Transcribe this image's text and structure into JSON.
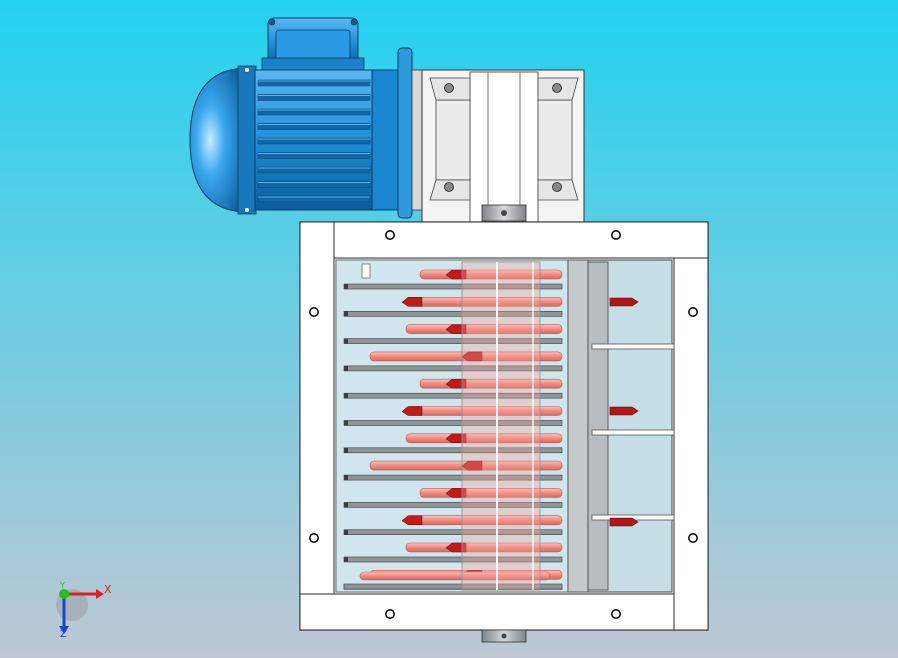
{
  "viewport": {
    "background_top": "#22d2f0",
    "background_bottom": "#bfc7d3"
  },
  "colors": {
    "motor_blue": "#1f8fd8",
    "motor_dark": "#0b5d9a",
    "frame_fill": "#ffffff",
    "frame_line": "#2a2a2a",
    "gear_fill": "#f2f2f2",
    "blade_fill": "#f08a80",
    "blade_dark": "#c21a1a",
    "shaft_fill": "#9fa4a8"
  },
  "triad": {
    "x_label": "X",
    "y_label": "Y",
    "z_label": "Z",
    "x_color": "#e02020",
    "y_color": "#20c020",
    "z_color": "#2040d0"
  }
}
